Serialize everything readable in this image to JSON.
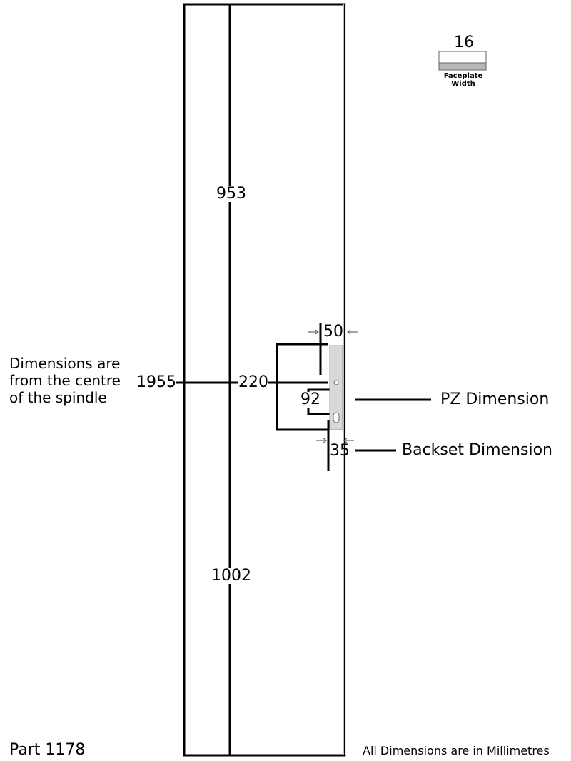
{
  "dimensions": {
    "top_height": "953",
    "bottom_height": "1002",
    "spindle_height": "1955",
    "centres": "220",
    "pz": "92",
    "width": "50",
    "backset": "35",
    "faceplate_width": "16"
  },
  "labels": {
    "faceplate_width": "Faceplate\nWidth",
    "pz_dimension": "PZ Dimension",
    "backset_dimension": "Backset Dimension",
    "note": "Dimensions are\nfrom the centre\nof the spindle",
    "part": "Part 1178",
    "units": "All Dimensions are in Millimetres"
  },
  "colors": {
    "line": "#000000",
    "faceplate": "#d8d8d8",
    "door": "#ffffff"
  }
}
